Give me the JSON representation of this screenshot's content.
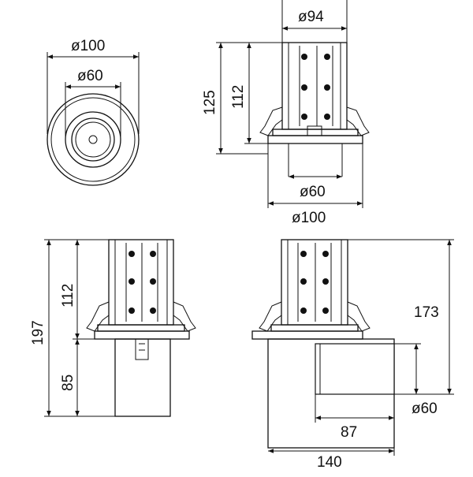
{
  "views": {
    "top": {
      "outer_diameter": "ø100",
      "inner_diameter": "ø60"
    },
    "front": {
      "top_diameter": "ø94",
      "total_height": "125",
      "body_height": "112",
      "inner_diameter": "ø60",
      "outer_diameter": "ø100"
    },
    "side_extended": {
      "total_height": "197",
      "body_height": "112",
      "lower_height": "85"
    },
    "side_tilted": {
      "height": "173",
      "diameter": "ø60",
      "offset": "87",
      "width": "140"
    }
  }
}
